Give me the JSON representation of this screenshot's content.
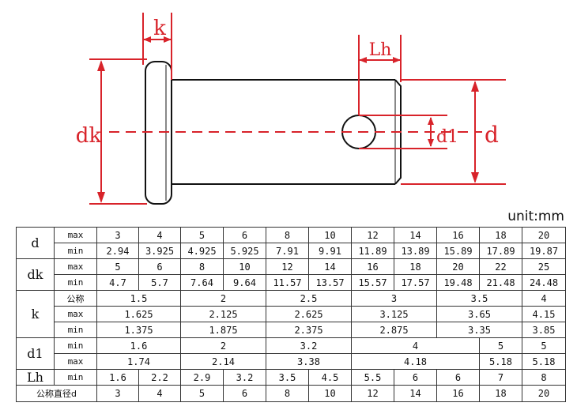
{
  "diagram": {
    "labels": {
      "k": "k",
      "lh": "Lh",
      "dk": "dk",
      "d1": "d1",
      "d": "d"
    },
    "colors": {
      "dimension": "#d8232a",
      "part": "#111111"
    }
  },
  "unit_note": "unit:mm",
  "table": {
    "size_columns": 11,
    "rows": [
      {
        "param": "d",
        "sub": "max",
        "values": [
          "3",
          "4",
          "5",
          "6",
          "8",
          "10",
          "12",
          "14",
          "16",
          "18",
          "20"
        ]
      },
      {
        "sub": "min",
        "values": [
          "2.94",
          "3.925",
          "4.925",
          "5.925",
          "7.91",
          "9.91",
          "11.89",
          "13.89",
          "15.89",
          "17.89",
          "19.87"
        ]
      },
      {
        "param": "dk",
        "sub": "max",
        "values": [
          "5",
          "6",
          "8",
          "10",
          "12",
          "14",
          "16",
          "18",
          "20",
          "22",
          "25"
        ]
      },
      {
        "sub": "min",
        "values": [
          "4.7",
          "5.7",
          "7.64",
          "9.64",
          "11.57",
          "13.57",
          "15.57",
          "17.57",
          "19.48",
          "21.48",
          "24.48"
        ]
      },
      {
        "param": "k",
        "sub": "公称",
        "groups": [
          {
            "value": "1.5",
            "span": 2
          },
          {
            "value": "2",
            "span": 2
          },
          {
            "value": "2.5",
            "span": 2
          },
          {
            "value": "3",
            "span": 2
          },
          {
            "value": "3.5",
            "span": 2
          },
          {
            "value": "4",
            "span": 1
          }
        ]
      },
      {
        "sub": "max",
        "groups": [
          {
            "value": "1.625",
            "span": 2
          },
          {
            "value": "2.125",
            "span": 2
          },
          {
            "value": "2.625",
            "span": 2
          },
          {
            "value": "3.125",
            "span": 2
          },
          {
            "value": "3.65",
            "span": 2
          },
          {
            "value": "4.15",
            "span": 1
          }
        ]
      },
      {
        "sub": "min",
        "groups": [
          {
            "value": "1.375",
            "span": 2
          },
          {
            "value": "1.875",
            "span": 2
          },
          {
            "value": "2.375",
            "span": 2
          },
          {
            "value": "2.875",
            "span": 2
          },
          {
            "value": "3.35",
            "span": 2
          },
          {
            "value": "3.85",
            "span": 1
          }
        ]
      },
      {
        "param": "d1",
        "sub": "min",
        "groups": [
          {
            "value": "1.6",
            "span": 2
          },
          {
            "value": "2",
            "span": 2
          },
          {
            "value": "3.2",
            "span": 2
          },
          {
            "value": "4",
            "span": 3
          },
          {
            "value": "5",
            "span": 1
          },
          {
            "value": "5",
            "span": 1
          }
        ]
      },
      {
        "sub": "max",
        "groups": [
          {
            "value": "1.74",
            "span": 2
          },
          {
            "value": "2.14",
            "span": 2
          },
          {
            "value": "3.38",
            "span": 2
          },
          {
            "value": "4.18",
            "span": 3
          },
          {
            "value": "5.18",
            "span": 1
          },
          {
            "value": "5.18",
            "span": 1
          }
        ]
      },
      {
        "param": "Lh",
        "sub": "min",
        "values": [
          "1.6",
          "2.2",
          "2.9",
          "3.2",
          "3.5",
          "4.5",
          "5.5",
          "6",
          "6",
          "7",
          "8"
        ]
      }
    ],
    "footer": {
      "label": "公称直径d",
      "values": [
        "3",
        "4",
        "5",
        "6",
        "8",
        "10",
        "12",
        "14",
        "16",
        "18",
        "20"
      ]
    }
  }
}
